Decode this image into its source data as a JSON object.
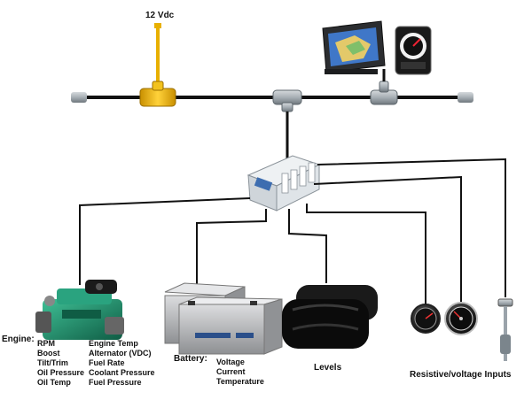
{
  "power": {
    "label": "12 Vdc"
  },
  "engine": {
    "title": "Engine:",
    "left_items": [
      "RPM",
      "Boost",
      "Tilt/Trim",
      "Oil Pressure",
      "Oil Temp"
    ],
    "right_items": [
      "Engine Temp",
      "Alternator (VDC)",
      "Fuel Rate",
      "Coolant Pressure",
      "Fuel Pressure"
    ]
  },
  "battery": {
    "title": "Battery:",
    "items": [
      "Voltage",
      "Current",
      "Temperature"
    ]
  },
  "levels": {
    "title": "Levels"
  },
  "inputs": {
    "title": "Resistive/voltage Inputs"
  },
  "colors": {
    "backbone": "#111111",
    "power_connector": "#e0a800",
    "connector_gray": "#9aa3aa",
    "engine_green": "#1f8a6b",
    "battery_gray": "#a9aaac",
    "tank_black": "#0d0d0d",
    "converter_blue": "#3d6db0"
  }
}
